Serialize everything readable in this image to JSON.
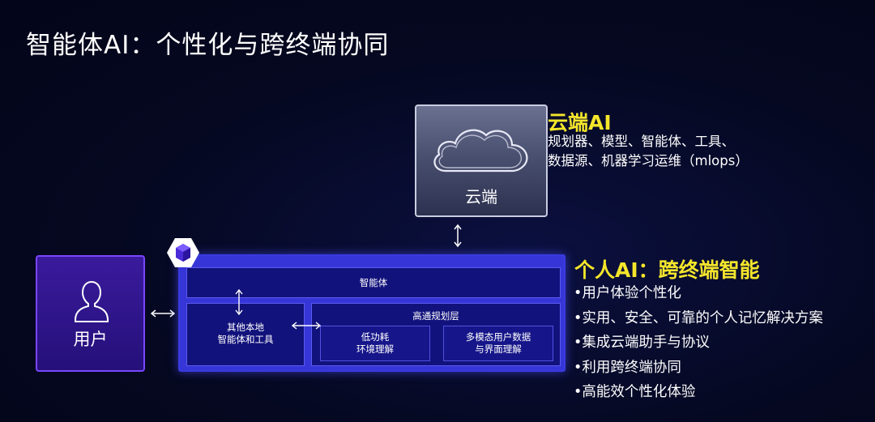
{
  "title": "智能体AI：个性化与跨终端协同",
  "cloud": {
    "label": "云端",
    "heading": "云端AI",
    "desc_lines": [
      "规划器、模型、智能体、工具、",
      "数据源、机器学习运维（mlops）"
    ]
  },
  "user": {
    "label": "用户"
  },
  "device": {
    "agent_label": "智能体",
    "local": {
      "line1": "其他本地",
      "line2": "智能体和工具"
    },
    "planning_label": "高通规划层",
    "low_power": {
      "line1": "低功耗",
      "line2": "环境理解"
    },
    "multimodal": {
      "line1": "多模态用户数据",
      "line2": "与界面理解"
    }
  },
  "personal": {
    "heading": "个人AI：跨终端智能",
    "items": [
      "•用户体验个性化",
      "•实用、安全、可靠的个人记忆解决方案",
      "•集成云端助手与协议",
      "•利用跨终端协同",
      "•高能效个性化体验"
    ]
  },
  "colors": {
    "accent_yellow": "#f5e62b",
    "device_blue": "#3636d8",
    "user_purple": "#3a1a9c"
  }
}
